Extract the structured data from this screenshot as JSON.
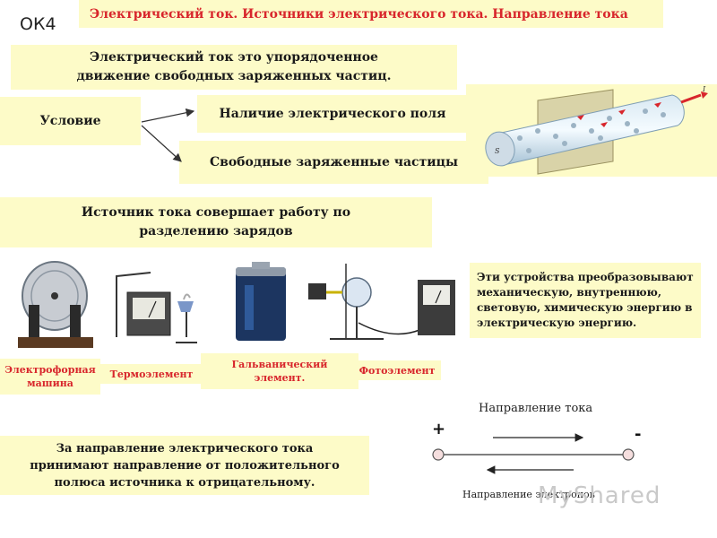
{
  "header": {
    "ok_label": "ОК4",
    "title": "Электрический ток. Источники электрического тока. Направление тока"
  },
  "definition": {
    "line1": "Электрический ток это упорядоченное",
    "line2": "движение свободных заряженных частиц."
  },
  "conditions": {
    "label": "Условие",
    "items": [
      "Наличие электрического поля",
      "Свободные заряженные частицы"
    ]
  },
  "source": {
    "line1": "Источник тока совершает работу по",
    "line2": "разделению зарядов"
  },
  "devices_note": "Эти устройства преобразовывают механическую, внутреннюю, световую, химическую энергию в электрическую энергию.",
  "devices": {
    "electrophore_1": "Электрофорная",
    "electrophore_2": "машина",
    "thermo": "Термоэлемент",
    "galvanic_1": "Гальванический",
    "galvanic_2": "элемент.",
    "photo": "Фотоэлемент"
  },
  "direction": {
    "line1": "За направление электрического тока",
    "line2": "принимают направление от положительного",
    "line3": "полюса источника к отрицательному.",
    "current_label": "Направление тока",
    "electrons_label": "Направление электронов",
    "plus": "+",
    "minus": "-"
  },
  "tube": {
    "s_label": "S",
    "i_label": "I"
  },
  "watermark": "MyShared",
  "colors": {
    "box_fill": "#fdfbc8",
    "accent_red": "#d8262c"
  }
}
